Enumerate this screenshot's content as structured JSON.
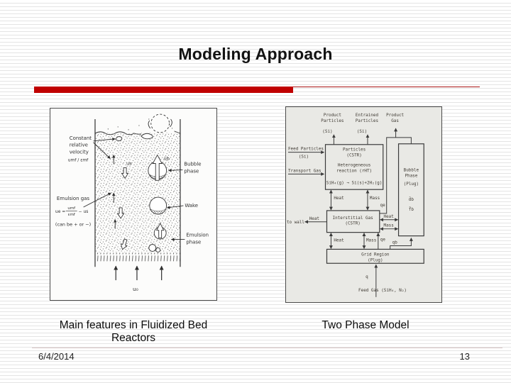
{
  "slide": {
    "title": "Modeling Approach",
    "date": "6/4/2014",
    "page_number": "13"
  },
  "fig_left": {
    "caption_line1": "Main features in Fluidized Bed",
    "caption_line2": "Reactors",
    "labels": {
      "constant": "Constant",
      "relative": "relative",
      "velocity": "velocity",
      "umf_over_emf": "umf / εmf",
      "us": "us",
      "ub": "ub",
      "bubble": "Bubble",
      "bubble_phase2": "phase",
      "emulsion_gas": "Emulsion gas",
      "ue_eq": "ue =",
      "frac_num": "umf",
      "frac_den": "εmf",
      "minus_us": "− us",
      "can_be": "(can be + or −)",
      "wake": "Wake",
      "emulsion": "Emulsion",
      "emulsion_phase2": "phase",
      "u0": "u₀"
    }
  },
  "fig_right": {
    "caption": "Two Phase Model",
    "labels": {
      "product1": "Product",
      "product2": "Particles",
      "si1": "(Si)",
      "entrained1": "Entrained",
      "entrained2": "Particles",
      "si2": "(Si)",
      "prodgas1": "Product",
      "prodgas2": "Gas",
      "feed_particles": "Feed Particles",
      "si3": "(Si)",
      "transport_gas": "Transport Gas",
      "particles": "Particles",
      "cstr": "(CSTR)",
      "heterogeneous": "Heterogeneous",
      "reaction": "reaction (rHT)",
      "equation": "SiH₄(g) → Si(s)+2H₂(g)",
      "heat": "Heat",
      "mass": "Mass",
      "to_wall": "to wall",
      "interstitial": "Interstitial Gas",
      "cstr2": "(CSTR)",
      "bubble1": "Bubble",
      "bubble2": "Phase",
      "plug": "(Plug)",
      "db": "d̄b",
      "fb": "f̄b",
      "qe": "qe",
      "qb": "qb",
      "grid1": "Grid Region",
      "grid2": "(Plug)",
      "q": "q",
      "feed_gas": "Feed Gas  (SiH₄, N₂)"
    }
  }
}
